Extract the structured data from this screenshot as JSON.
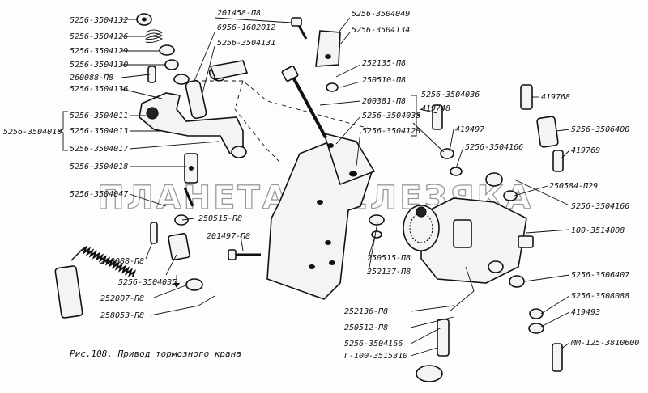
{
  "caption": "Рис.108. Привод тормозного крана",
  "watermark": "ПЛАНЕТА ЖЕЛЕЗЯКА",
  "labels": {
    "l5256_3504132": "5256-3504132",
    "l5256_3504126": "5256-3504126",
    "l5256_3504129": "5256-3504129",
    "l5256_3504130": "5256-3504130",
    "l260088_p8_top": "260088-П8",
    "l5256_3504136": "5256-3504136",
    "l5256_3504010": "5256-3504010",
    "l5256_3504011": "5256-3504011",
    "l5256_3504013": "5256-3504013",
    "l5256_3504017": "5256-3504017",
    "l5256_3504018": "5256-3504018",
    "l5256_3504047": "5256-3504047",
    "l250515_p8_left": "250515-П8",
    "l260088_p8_bottom": "260088-П8",
    "l5256_3504035": "5256-3504035",
    "l252007_p8": "252007-П8",
    "l258053_p8": "258053-П8",
    "l201458_p8": "201458-П8",
    "l6956_1602012": "6956-1602012",
    "l5256_3504131": "5256-3504131",
    "l5256_3504049": "5256-3504049",
    "l5256_3504134": "5256-3504134",
    "l252135_p8": "252135-П8",
    "l250510_p8": "250510-П8",
    "l200381_p8": "200381-П8",
    "l5256_3504038": "5256-3504038",
    "l5256_3504128": "5256-3504128",
    "l201497_p8": "201497-П8",
    "l250515_p8_mid": "250515-П8",
    "l252137_p8": "252137-П8",
    "l5256_3504036": "5256-3504036",
    "l419748": "419748",
    "l419497": "419497",
    "l5256_3504166_top": "5256-3504166",
    "l419768": "419768",
    "l5256_3506400": "5256-3506400",
    "l419769": "419769",
    "l250584_p29": "250584-П29",
    "l5256_3504166_right": "5256-3504166",
    "l100_3514008": "100-3514008",
    "l5256_3506407": "5256-3506407",
    "l5256_3508088": "5256-3508088",
    "l419493": "419493",
    "l252136_p8": "252136-П8",
    "l250512_p8": "250512-П8",
    "l5256_3504166_bottom": "5256-3504166",
    "lG100_3515310": "Г-100-3515310",
    "lMM125_3810600": "ММ-125-3810600"
  }
}
